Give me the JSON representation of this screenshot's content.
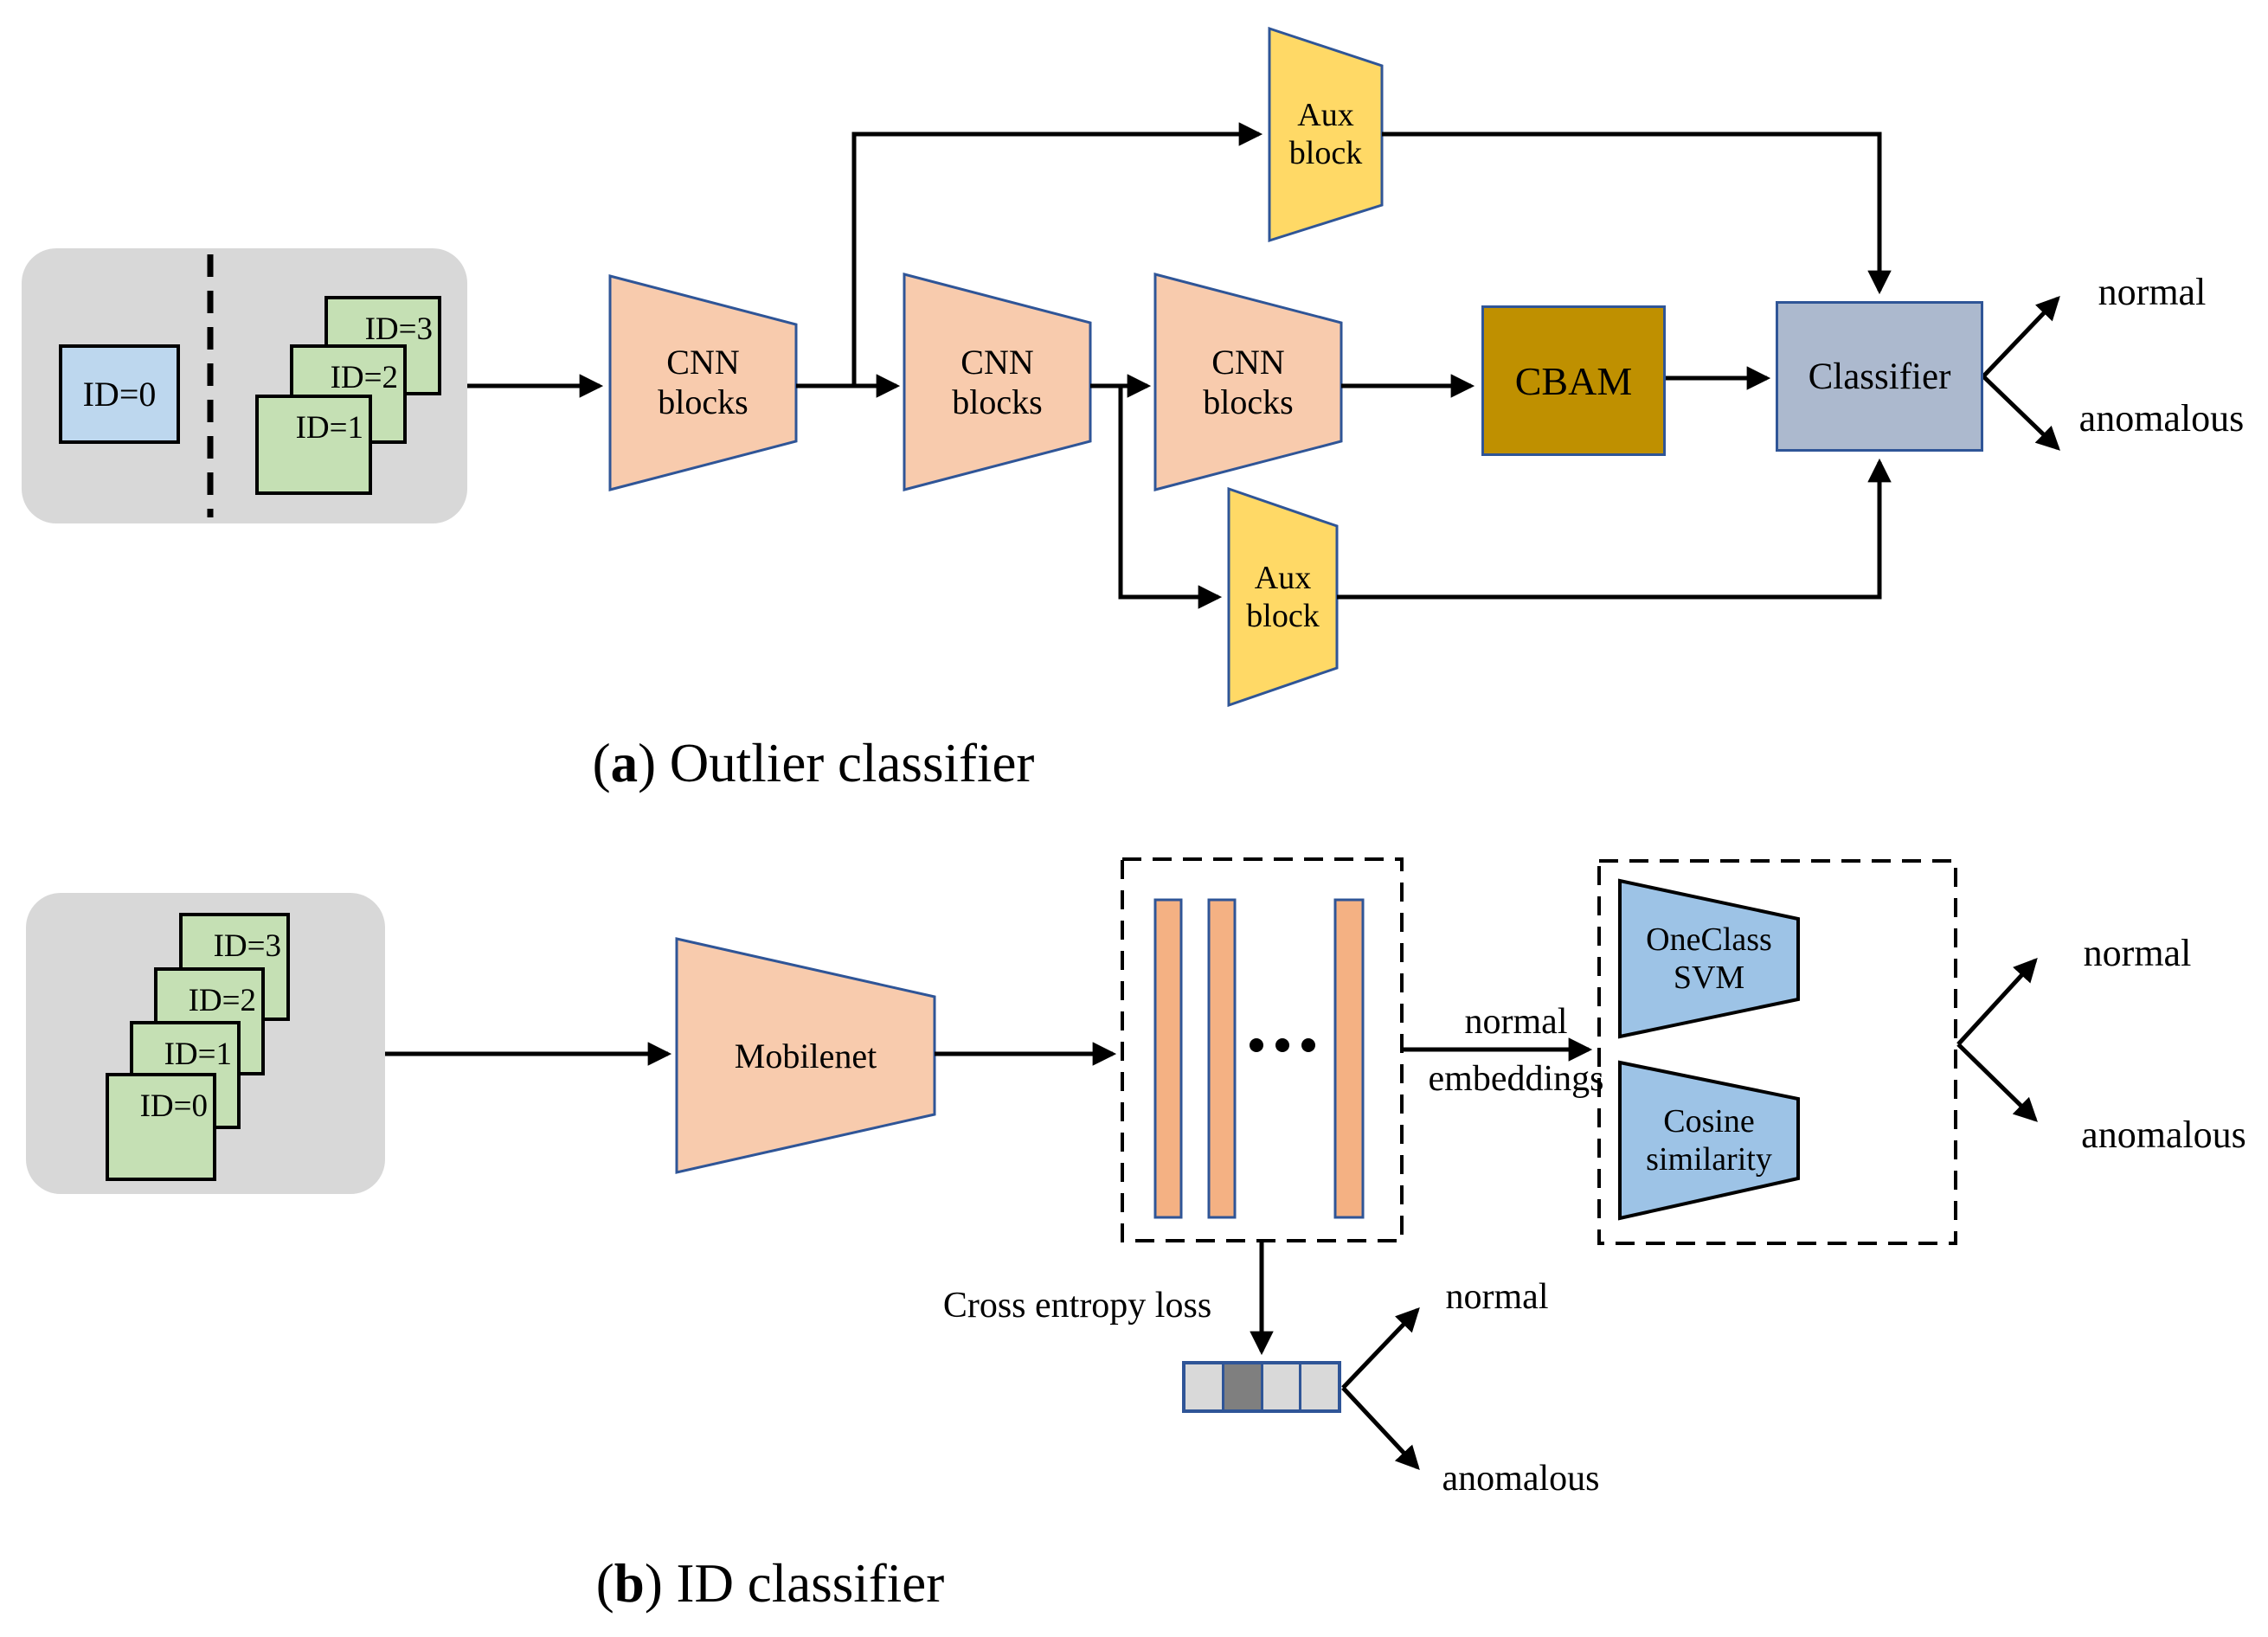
{
  "figure": {
    "section_a": {
      "caption_prefix": "(",
      "caption_letter": "a",
      "caption_suffix": ") Outlier classifier",
      "input": {
        "id0_label": "ID=0",
        "card_labels": [
          "ID=3",
          "ID=2",
          "ID=1"
        ]
      },
      "cnn_block": {
        "line1": "CNN",
        "line2": "blocks"
      },
      "aux_block": {
        "line1": "Aux",
        "line2": "block"
      },
      "cbam_label": "CBAM",
      "classifier_label": "Classifier",
      "output_normal": "normal",
      "output_anomalous": "anomalous"
    },
    "section_b": {
      "caption_prefix": "(",
      "caption_letter": "b",
      "caption_suffix": ") ID classifier",
      "input": {
        "card_labels": [
          "ID=3",
          "ID=2",
          "ID=1",
          "ID=0"
        ]
      },
      "mobilenet_label": "Mobilenet",
      "embedding_arrow_label_line1": "normal",
      "embedding_arrow_label_line2": "embeddings",
      "oneclass_svm": {
        "line1": "OneClass",
        "line2": "SVM"
      },
      "cosine": {
        "line1": "Cosine",
        "line2": "similarity"
      },
      "cross_entropy_label": "Cross entropy loss",
      "svm_output_normal": "normal",
      "svm_output_anomalous": "anomalous",
      "softmax_output_normal": "normal",
      "softmax_output_anomalous": "anomalous",
      "softmax_cells": [
        "#D9D9D9",
        "#7F7F7F",
        "#D9D9D9",
        "#D9D9D9"
      ]
    },
    "colors": {
      "cnn_fill": "#F8CBAD",
      "aux_fill": "#FFD966",
      "bar_fill": "#F4B183",
      "shape_border": "#2F5597",
      "cbam_fill": "#BF9000",
      "classifier_fill": "#ACB9CE",
      "svm_fill": "#9DC3E6",
      "card_green": "#C5E0B4",
      "card_blue": "#BDD7EE",
      "input_gray": "#D8D8D8",
      "softmax_light": "#D9D9D9",
      "softmax_dark": "#7F7F7F",
      "arrow": "#000000"
    }
  }
}
